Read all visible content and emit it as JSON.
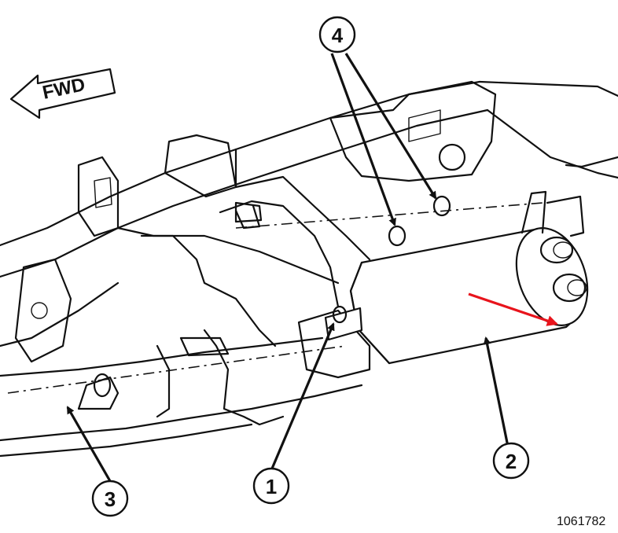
{
  "direction_label": "FWD",
  "callouts": [
    {
      "id": "1",
      "label": "1"
    },
    {
      "id": "2",
      "label": "2"
    },
    {
      "id": "3",
      "label": "3"
    },
    {
      "id": "4",
      "label": "4"
    }
  ],
  "figure_code": "1061782",
  "highlight_color": "#e8141c"
}
